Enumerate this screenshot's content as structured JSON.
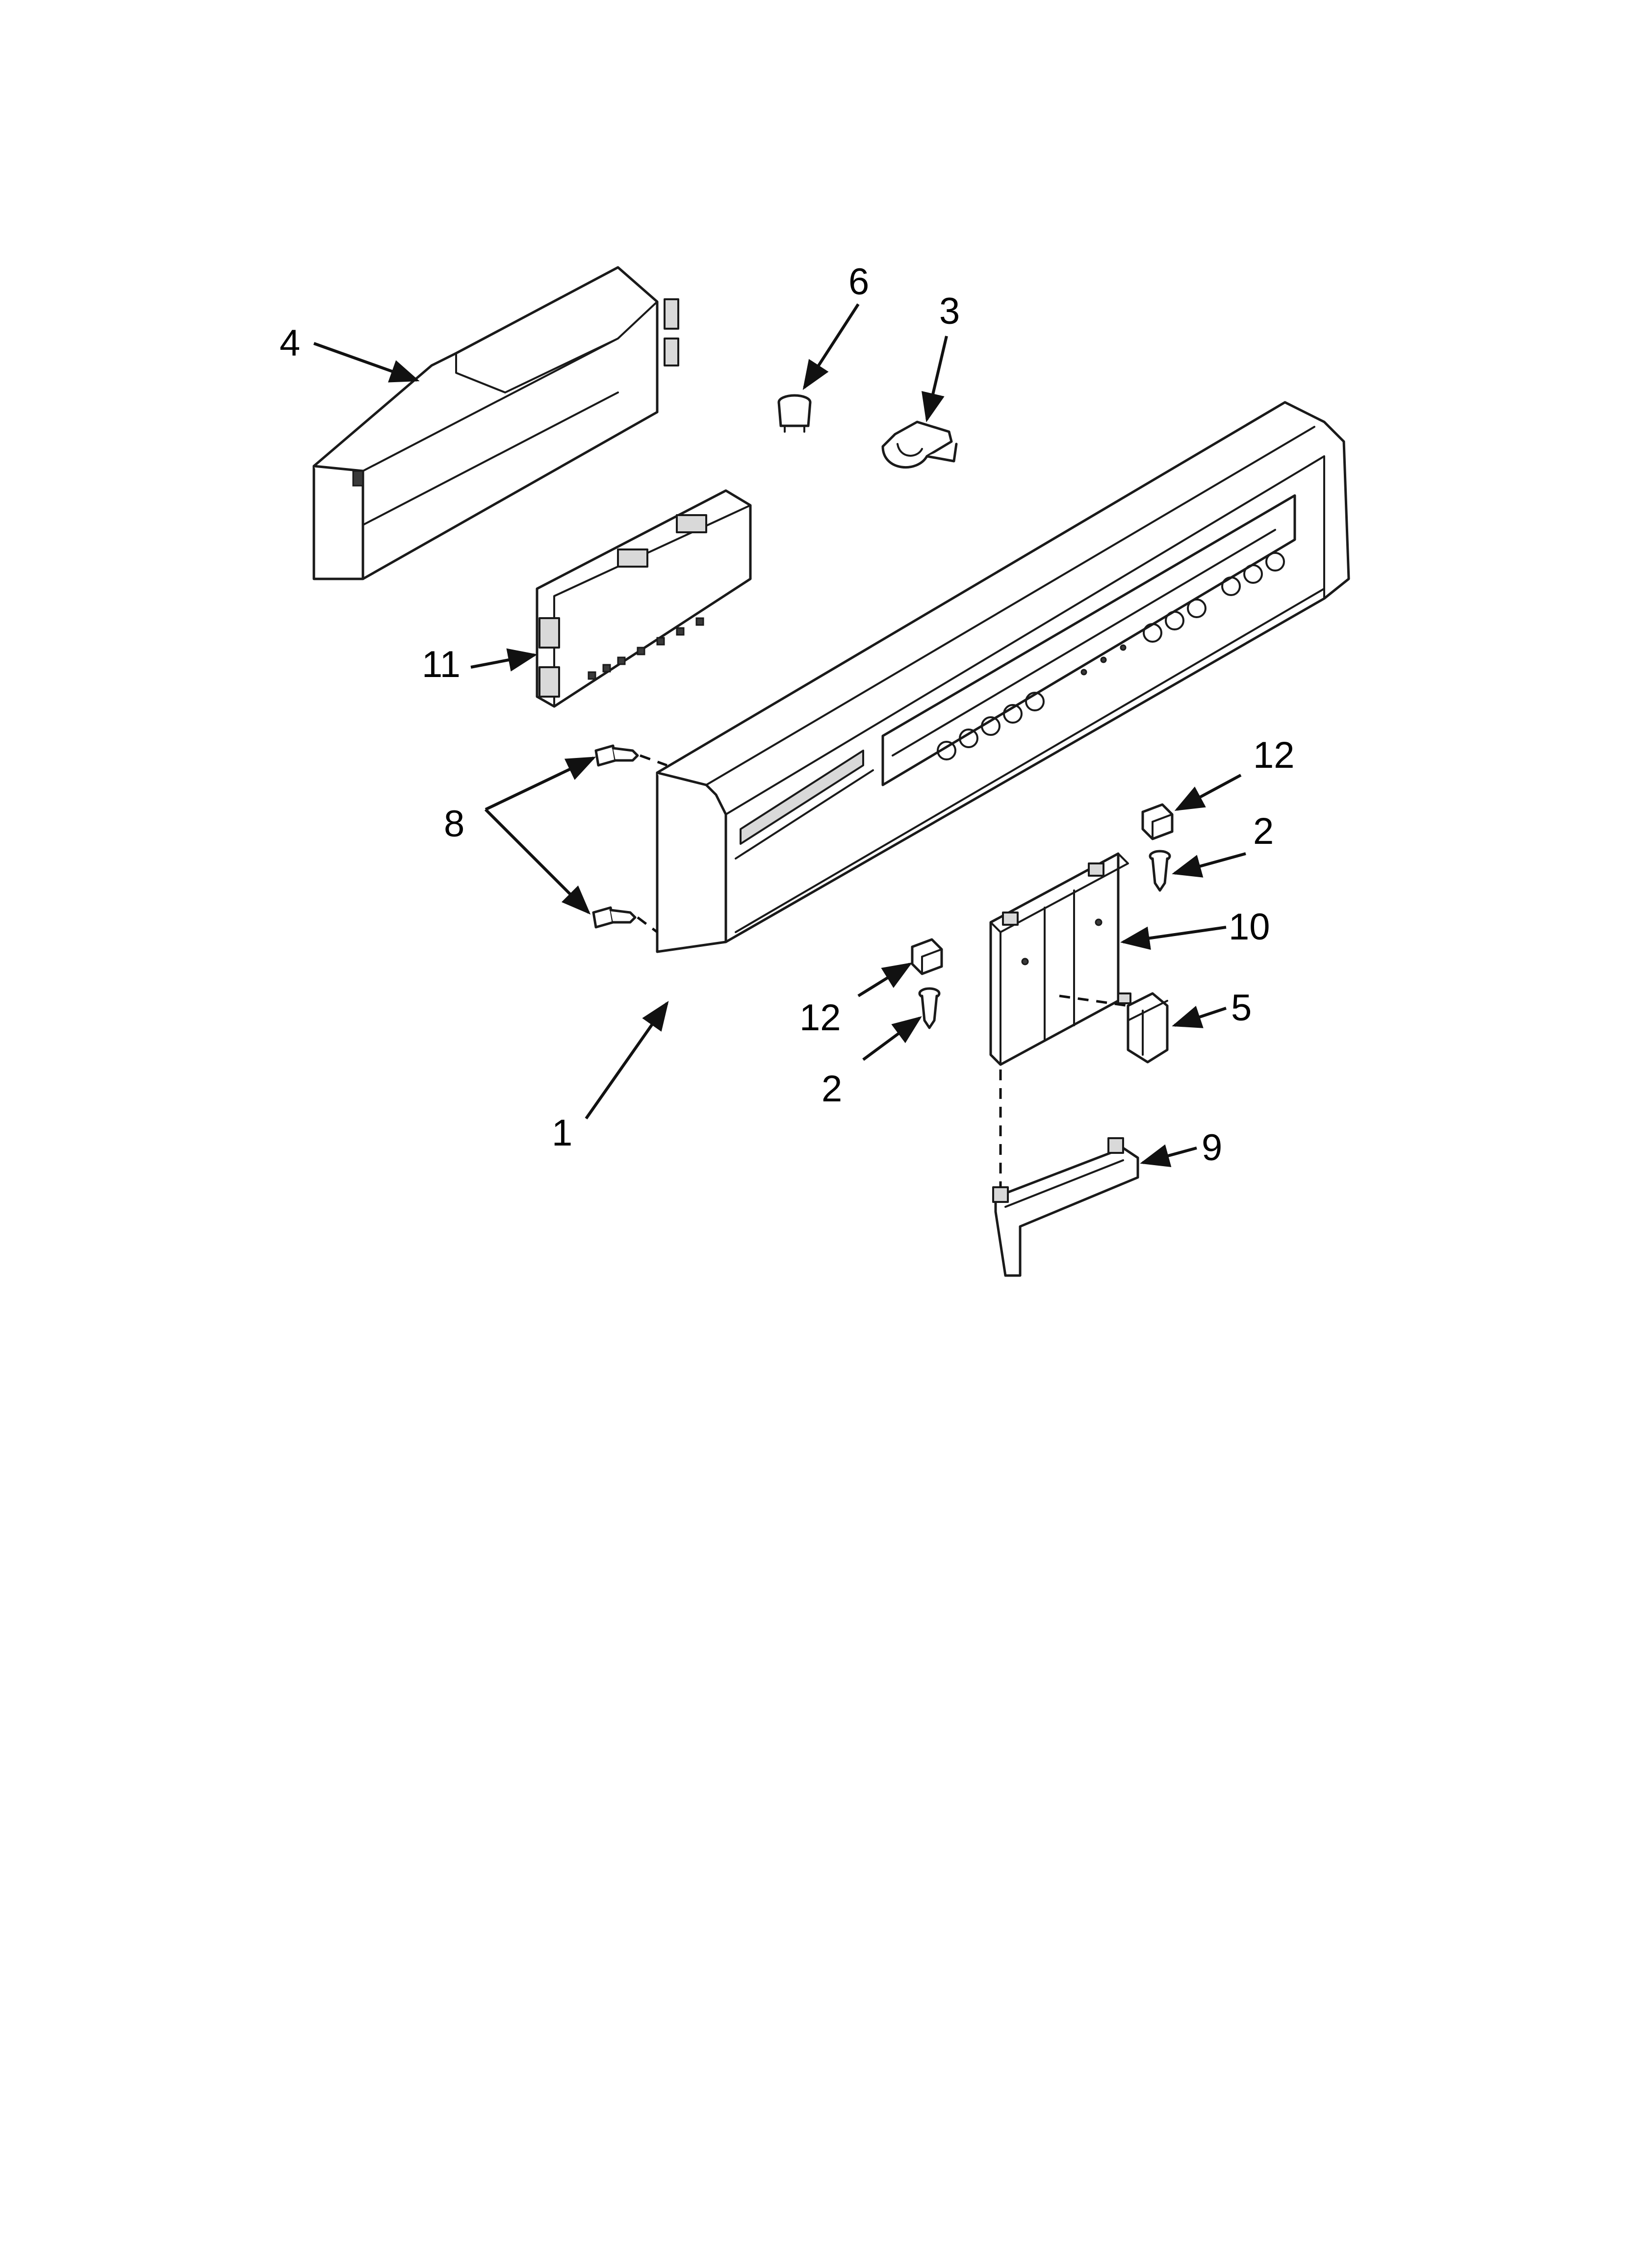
{
  "diagram": {
    "type": "exploded parts diagram",
    "callouts": [
      "1",
      "2",
      "2",
      "3",
      "4",
      "5",
      "6",
      "8",
      "9",
      "10",
      "11",
      "12",
      "12"
    ]
  }
}
